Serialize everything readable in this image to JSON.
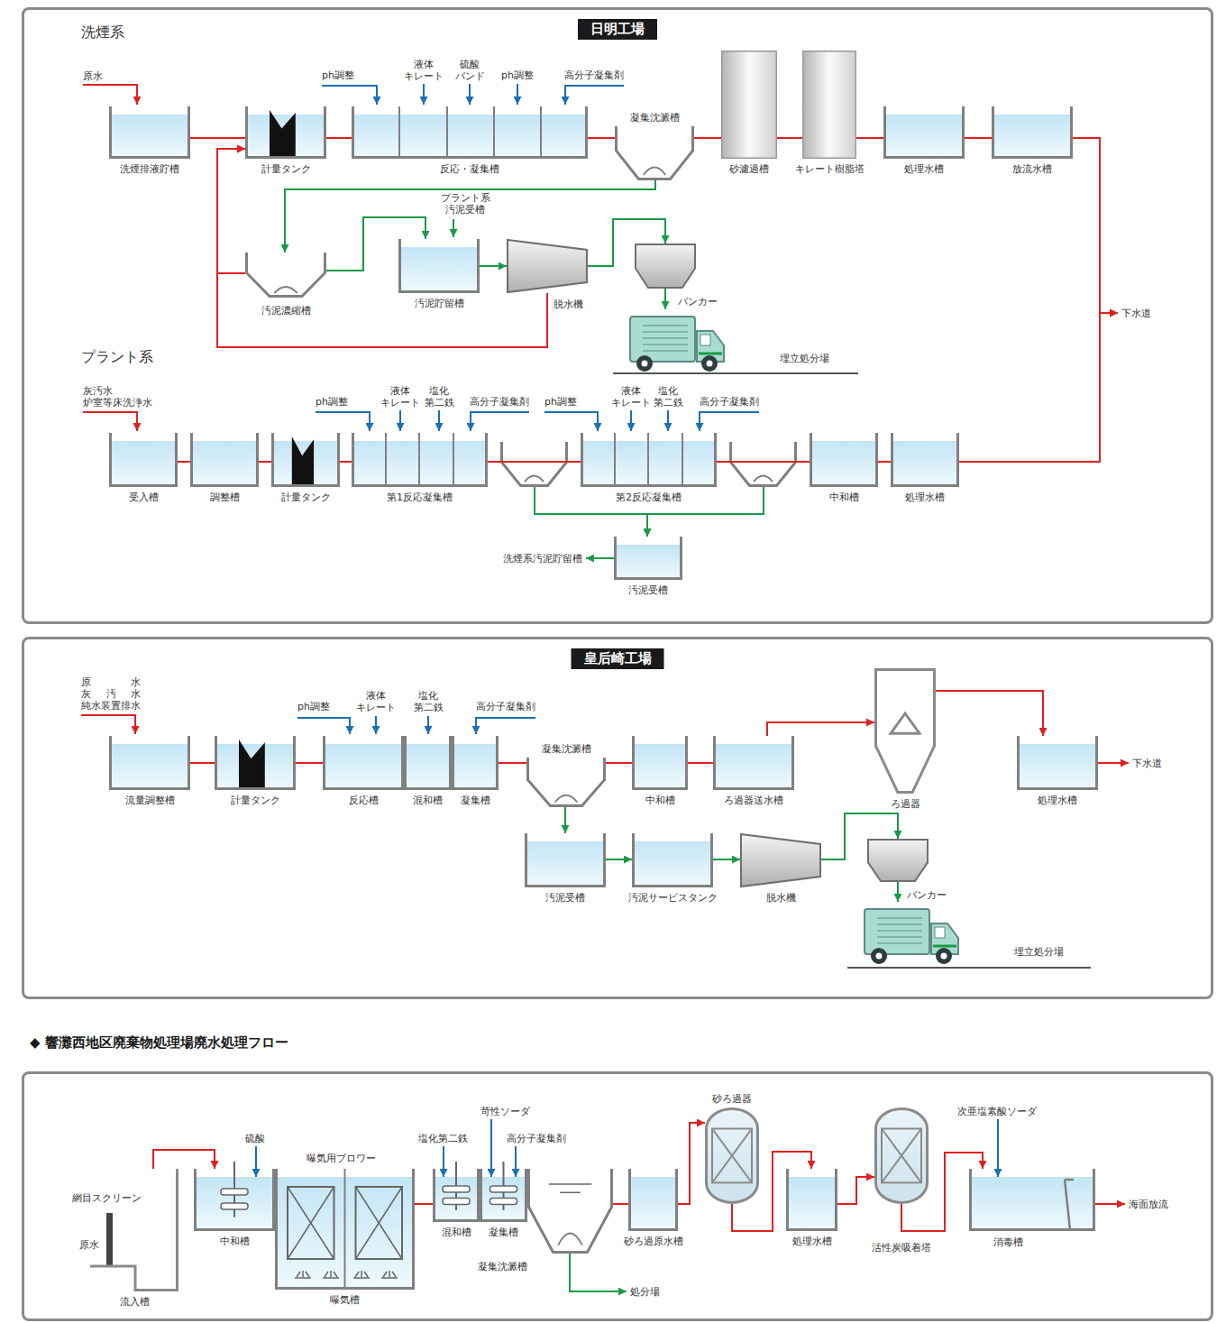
{
  "diagram": {
    "nodes": [
      {
        "text": [
          "日明工場"
        ]
      },
      {
        "text": [
          "洗煙排液貯槽"
        ],
        "in": 0
      },
      {
        "text": [
          "計量タンク"
        ],
        "in": 0
      },
      {
        "text": [
          "反応・凝集槽"
        ],
        "in": 0
      },
      {
        "text": [
          "凝集沈澱槽"
        ],
        "in": 0
      },
      {
        "text": [
          "砂濾過槽"
        ],
        "in": 0
      },
      {
        "text": [
          "キレート樹脂塔"
        ],
        "in": 0
      },
      {
        "text": [
          "処理水槽"
        ],
        "in": 0
      },
      {
        "text": [
          "放流水槽"
        ],
        "in": 0
      },
      {
        "text": [
          "汚泥濃縮槽"
        ],
        "in": 0
      },
      {
        "text": [
          "汚泥貯留槽"
        ],
        "in": 0
      },
      {
        "text": [
          "脱水機"
        ],
        "in": 0
      },
      {
        "text": [
          "バンカー"
        ],
        "in": 0
      },
      {
        "text": [
          "下水道"
        ],
        "in": 0
      },
      {
        "text": [
          "受入槽"
        ],
        "in": 0
      },
      {
        "text": [
          "調整槽"
        ],
        "in": 0
      },
      {
        "text": [
          "計量タンク"
        ],
        "in": 0
      },
      {
        "text": [
          "第1反応凝集槽"
        ],
        "in": 0
      },
      {
        "text": [
          "第2反応凝集槽"
        ],
        "in": 0
      },
      {
        "text": [
          "中和槽"
        ],
        "in": 0
      },
      {
        "text": [
          "処理水槽"
        ],
        "in": 0
      },
      {
        "text": [
          "汚泥受槽"
        ],
        "in": 0
      },
      {
        "text": [
          "洗煙系汚泥貯留槽"
        ],
        "in": 0
      },
      {
        "text": [
          "皇后崎工場"
        ]
      },
      {
        "text": [
          "流量調整槽"
        ],
        "in": 23
      },
      {
        "text": [
          "計量タンク"
        ],
        "in": 23
      },
      {
        "text": [
          "反応槽"
        ],
        "in": 23
      },
      {
        "text": [
          "混和槽"
        ],
        "in": 23
      },
      {
        "text": [
          "凝集槽"
        ],
        "in": 23
      },
      {
        "text": [
          "凝集沈澱槽"
        ],
        "in": 23
      },
      {
        "text": [
          "中和槽"
        ],
        "in": 23
      },
      {
        "text": [
          "ろ過器送水槽"
        ],
        "in": 23
      },
      {
        "text": [
          "ろ過器"
        ],
        "in": 23
      },
      {
        "text": [
          "処理水槽"
        ],
        "in": 23
      },
      {
        "text": [
          "下水道"
        ],
        "in": 23
      },
      {
        "text": [
          "汚泥受槽"
        ],
        "in": 23
      },
      {
        "text": [
          "汚泥サービスタンク"
        ],
        "in": 23
      },
      {
        "text": [
          "脱水機"
        ],
        "in": 23
      },
      {
        "text": [
          "バンカー"
        ],
        "in": 23
      },
      {
        "text": [
          "◆ 響灘西地区廃棄物処理場廃水処理フロー"
        ]
      },
      {
        "text": [
          "流入槽"
        ],
        "in": 39
      },
      {
        "text": [
          "中和槽"
        ],
        "in": 39
      },
      {
        "text": [
          "曝気槽"
        ],
        "in": 39
      },
      {
        "text": [
          "混和槽"
        ],
        "in": 39
      },
      {
        "text": [
          "凝集槽"
        ],
        "in": 39
      },
      {
        "text": [
          "凝集沈澱槽"
        ],
        "in": 39
      },
      {
        "text": [
          "処分場"
        ],
        "in": 39
      },
      {
        "text": [
          "砂ろ過原水槽"
        ],
        "in": 39
      },
      {
        "text": [
          "砂ろ過器"
        ],
        "in": 39
      },
      {
        "text": [
          "処理水槽"
        ],
        "in": 39
      },
      {
        "text": [
          "活性炭吸着塔"
        ],
        "in": 39
      },
      {
        "text": [
          "消毒槽"
        ],
        "in": 39
      },
      {
        "text": [
          "海面放流"
        ],
        "in": 39
      }
    ],
    "edges": [
      {
        "from": 1,
        "to": 2,
        "arrow": "none"
      },
      {
        "from": 2,
        "to": 3,
        "arrow": "none"
      },
      {
        "from": 3,
        "to": 4,
        "arrow": "none"
      },
      {
        "from": 4,
        "to": 5,
        "arrow": "none"
      },
      {
        "from": 5,
        "to": 6,
        "arrow": "none"
      },
      {
        "from": 6,
        "to": 7,
        "arrow": "none"
      },
      {
        "from": 7,
        "to": 8,
        "arrow": "none"
      },
      {
        "from": 8,
        "to": 13,
        "arrow": "to"
      },
      {
        "from": 4,
        "to": 9,
        "arrow": "to"
      },
      {
        "from": 9,
        "to": 2,
        "arrow": "to"
      },
      {
        "from": 9,
        "to": 10,
        "arrow": "to"
      },
      {
        "from": 10,
        "to": 11,
        "arrow": "to"
      },
      {
        "from": 11,
        "to": 12,
        "arrow": "to"
      },
      {
        "from": 11,
        "to": 2,
        "arrow": "to"
      },
      {
        "from": 14,
        "to": 15,
        "arrow": "none"
      },
      {
        "from": 15,
        "to": 16,
        "arrow": "none"
      },
      {
        "from": 16,
        "to": 17,
        "arrow": "none"
      },
      {
        "from": 17,
        "to": 18,
        "arrow": "none"
      },
      {
        "from": 18,
        "to": 19,
        "arrow": "none"
      },
      {
        "from": 19,
        "to": 20,
        "arrow": "none"
      },
      {
        "from": 20,
        "to": 13,
        "arrow": "to"
      },
      {
        "from": 17,
        "to": 21,
        "arrow": "to"
      },
      {
        "from": 18,
        "to": 21,
        "arrow": "to"
      },
      {
        "from": 21,
        "to": 22,
        "arrow": "to"
      },
      {
        "from": 24,
        "to": 25,
        "arrow": "none"
      },
      {
        "from": 25,
        "to": 26,
        "arrow": "none"
      },
      {
        "from": 28,
        "to": 29,
        "arrow": "none"
      },
      {
        "from": 29,
        "to": 30,
        "arrow": "none"
      },
      {
        "from": 30,
        "to": 31,
        "arrow": "none"
      },
      {
        "from": 31,
        "to": 32,
        "arrow": "to"
      },
      {
        "from": 32,
        "to": 33,
        "arrow": "to"
      },
      {
        "from": 33,
        "to": 34,
        "arrow": "to"
      },
      {
        "from": 29,
        "to": 35,
        "arrow": "to"
      },
      {
        "from": 35,
        "to": 36,
        "arrow": "to"
      },
      {
        "from": 36,
        "to": 37,
        "arrow": "to"
      },
      {
        "from": 37,
        "to": 38,
        "arrow": "to"
      },
      {
        "from": 40,
        "to": 41,
        "arrow": "to"
      },
      {
        "from": 42,
        "to": 43,
        "arrow": "none"
      },
      {
        "from": 45,
        "to": 47,
        "arrow": "none"
      },
      {
        "from": 47,
        "to": 48,
        "arrow": "to"
      },
      {
        "from": 48,
        "to": 49,
        "arrow": "to"
      },
      {
        "from": 49,
        "to": 50,
        "arrow": "to"
      },
      {
        "from": 50,
        "to": 51,
        "arrow": "to"
      },
      {
        "from": 51,
        "to": 52,
        "arrow": "to"
      },
      {
        "from": 45,
        "to": 46,
        "arrow": "to"
      }
    ],
    "labels": [
      "洗煙系",
      "原水",
      "ph調整",
      "液体 キレート",
      "硫酸 バンド",
      "ph調整",
      "高分子凝集剤",
      "プラント系 汚泥受槽",
      "埋立処分場",
      "プラント系",
      "灰汚水 炉室等床洗浄水",
      "ph調整",
      "液体 キレート",
      "塩化 第二鉄",
      "高分子凝集剤",
      "ph調整",
      "液体 キレート",
      "塩化 第二鉄",
      "高分子凝集剤",
      "原水",
      "灰汚水",
      "純水装置排水",
      "ph調整",
      "液体 キレート",
      "塩化 第二鉄",
      "高分子凝集剤",
      "埋立処分場",
      "網目スクリーン",
      "原水",
      "硫酸",
      "曝気用ブロワー",
      "塩化第二鉄",
      "苛性ソーダ",
      "高分子凝集剤",
      "次亜塩素酸ソーダ"
    ]
  }
}
